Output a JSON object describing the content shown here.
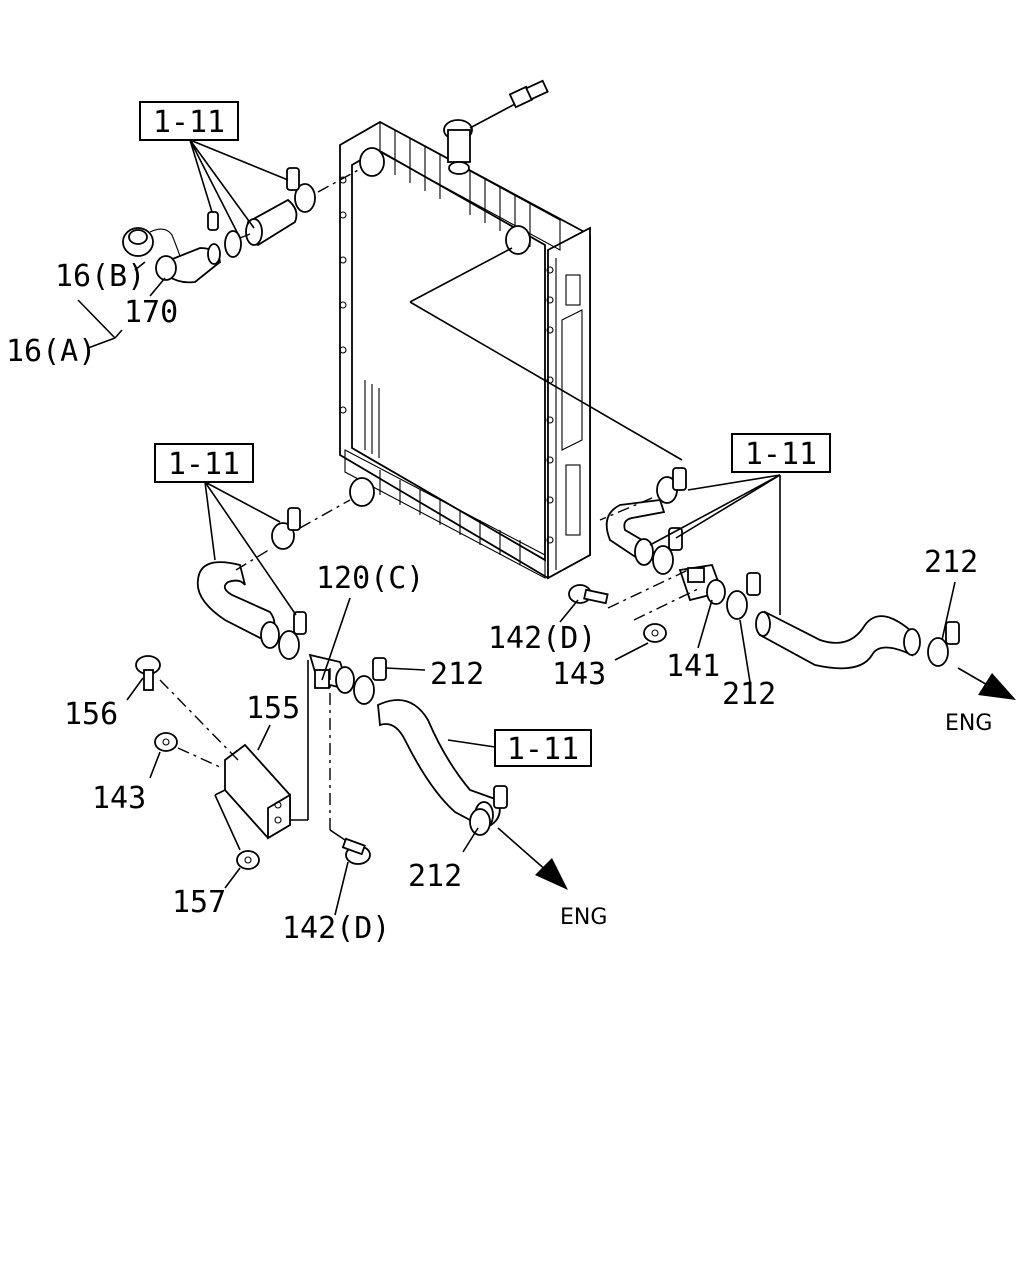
{
  "labels": {
    "ref_top": "1-11",
    "ref_left": "1-11",
    "ref_right": "1-11",
    "ref_bottom": "1-11",
    "p16b": "16(B)",
    "p170": "170",
    "p16a": "16(A)",
    "p120c": "120(C)",
    "p212_a": "212",
    "p212_b": "212",
    "p212_c": "212",
    "p212_d": "212",
    "p142d_a": "142(D)",
    "p142d_b": "142(D)",
    "p143_a": "143",
    "p143_b": "143",
    "p141": "141",
    "p156": "156",
    "p155": "155",
    "p157": "157",
    "eng_right": "ENG",
    "eng_bottom": "ENG"
  }
}
